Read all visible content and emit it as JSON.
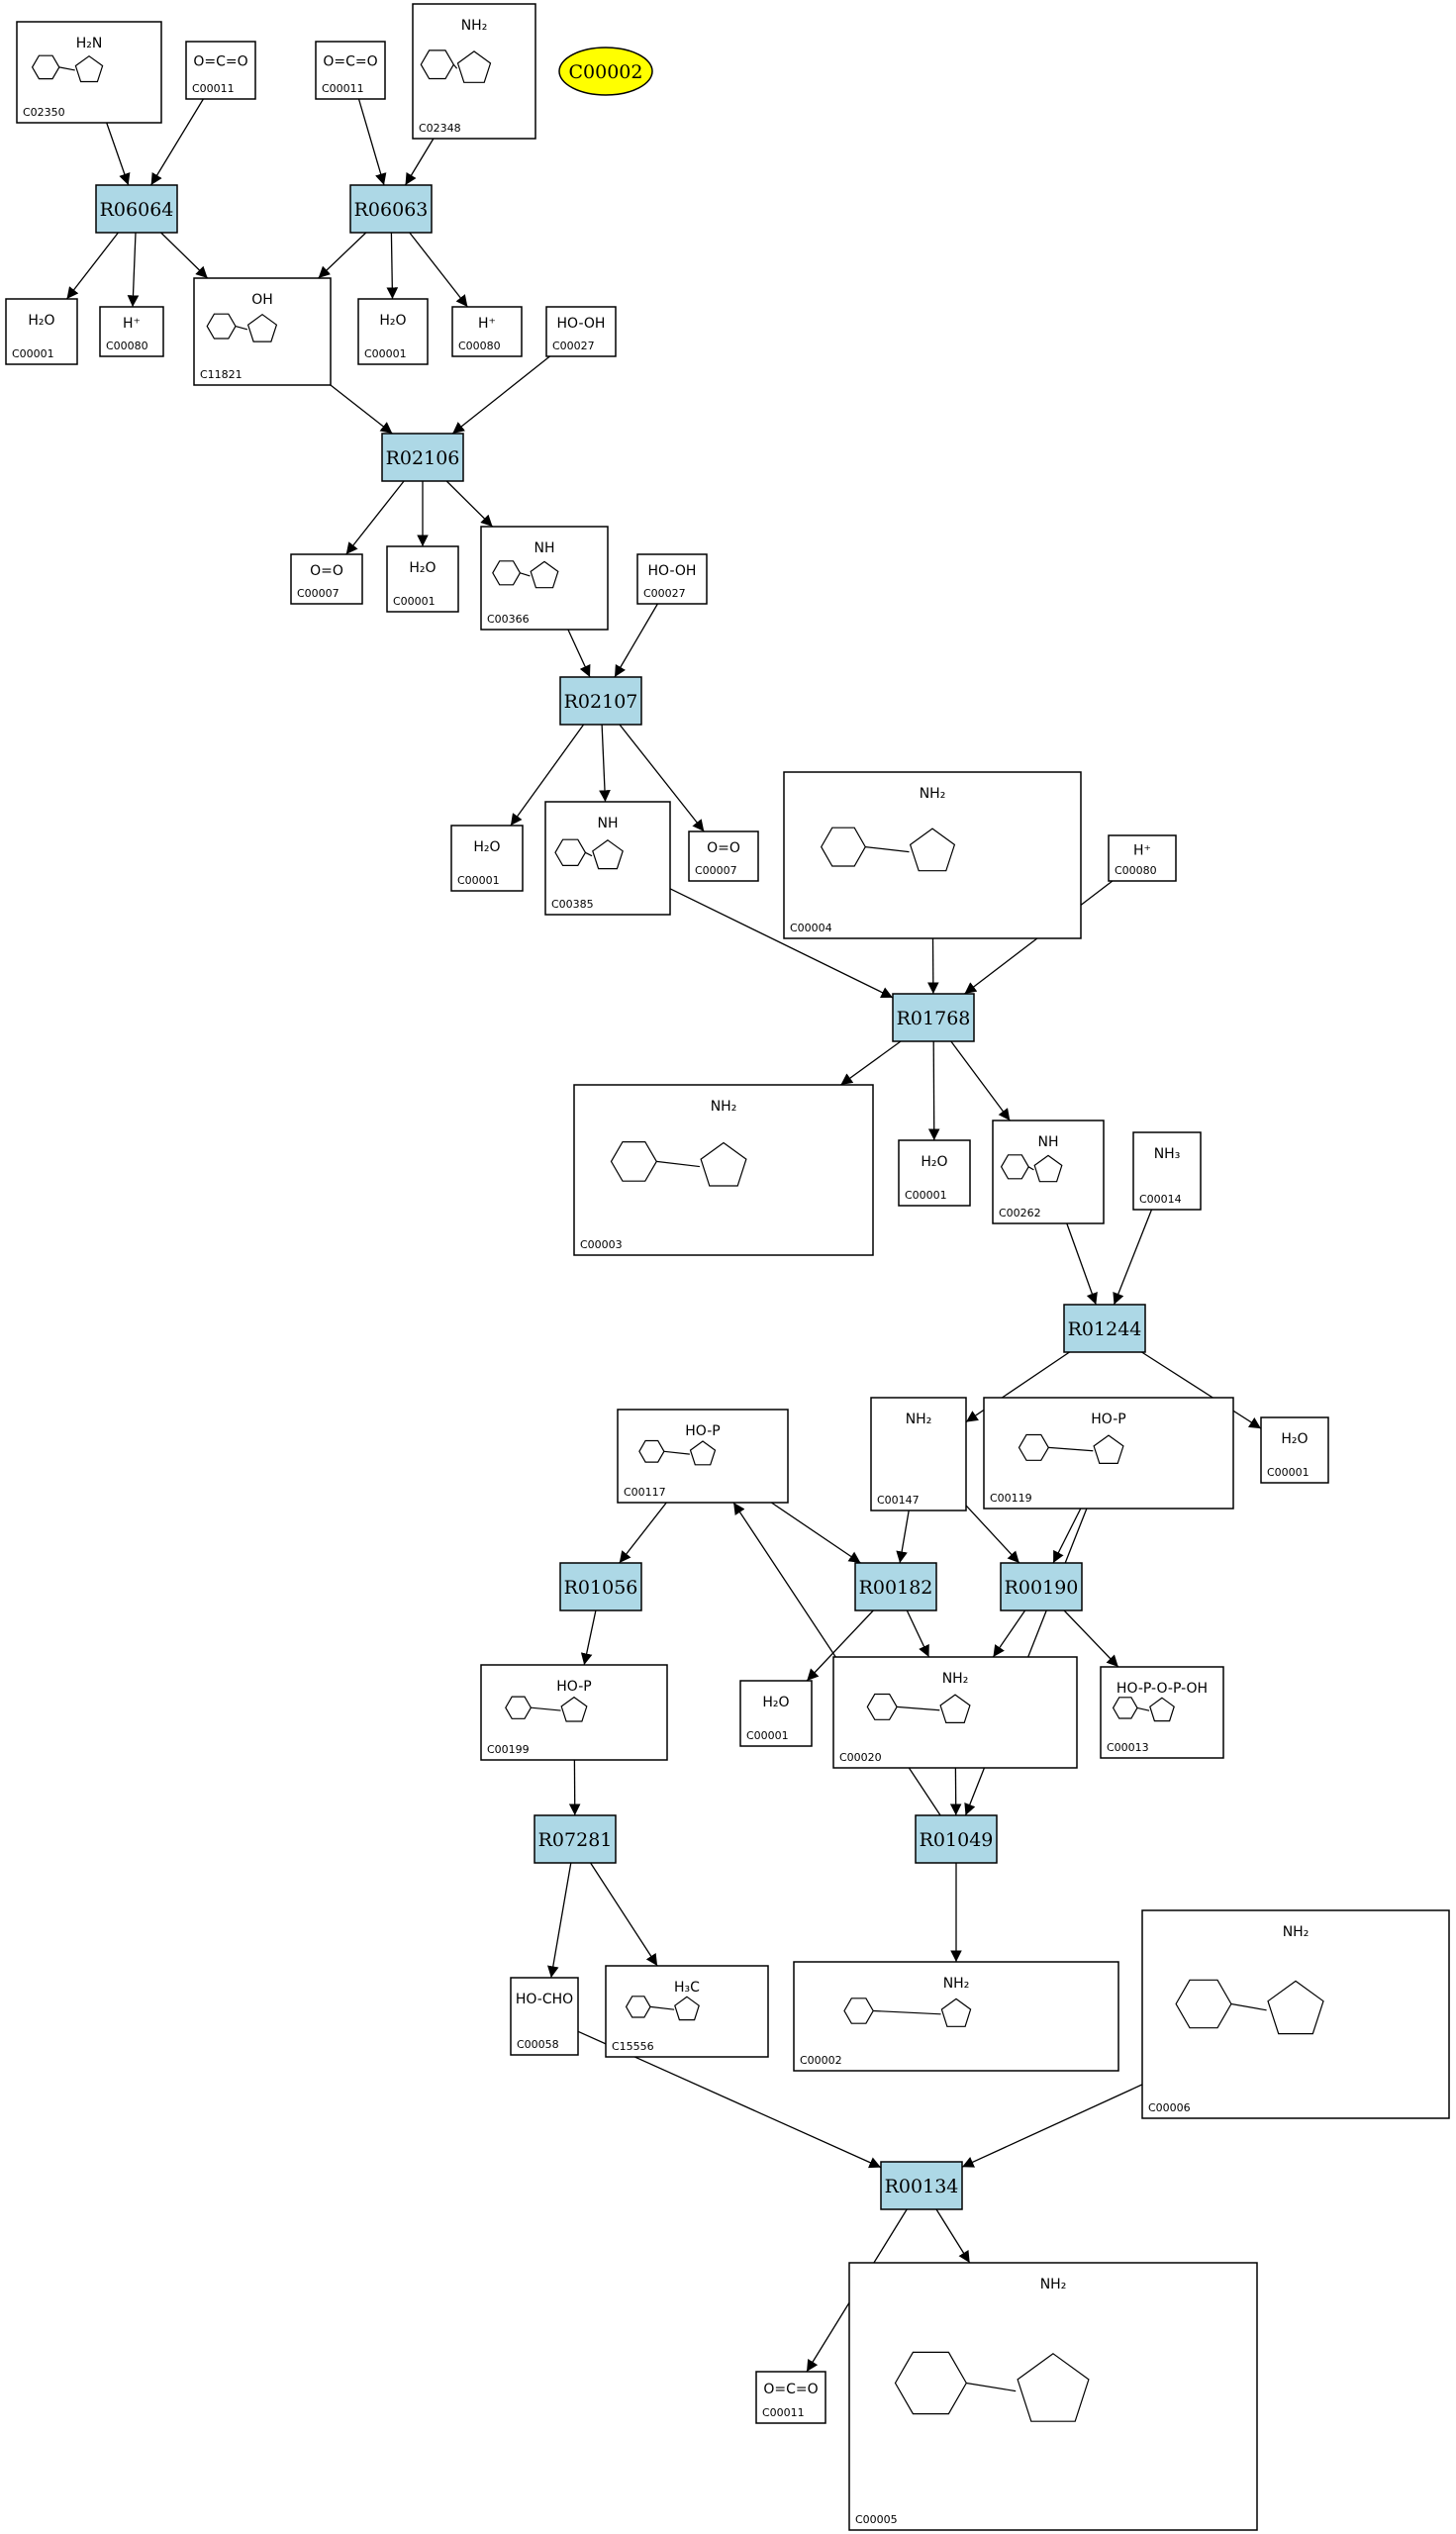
{
  "target": {
    "id": "C00002",
    "color": "#ffff00"
  },
  "colors": {
    "reaction_fill": "#add8e6",
    "compound_fill": "#ffffff",
    "stroke": "#000000"
  },
  "reactions": [
    {
      "id": "R06064"
    },
    {
      "id": "R06063"
    },
    {
      "id": "R02106"
    },
    {
      "id": "R02107"
    },
    {
      "id": "R01768"
    },
    {
      "id": "R01244"
    },
    {
      "id": "R01056"
    },
    {
      "id": "R00182"
    },
    {
      "id": "R00190"
    },
    {
      "id": "R07281"
    },
    {
      "id": "R01049"
    },
    {
      "id": "R00134"
    }
  ],
  "compounds": [
    {
      "id": "C02350",
      "formula": "H₂N"
    },
    {
      "id": "C00011",
      "formula": "O=C=O"
    },
    {
      "id": "C00011",
      "formula": "O=C=O"
    },
    {
      "id": "C02348",
      "formula": "NH₂"
    },
    {
      "id": "C00001",
      "formula": "H₂O"
    },
    {
      "id": "C00080",
      "formula": "H⁺"
    },
    {
      "id": "C11821",
      "formula": "OH"
    },
    {
      "id": "C00001",
      "formula": "H₂O"
    },
    {
      "id": "C00080",
      "formula": "H⁺"
    },
    {
      "id": "C00027",
      "formula": "HO-OH"
    },
    {
      "id": "C00007",
      "formula": "O=O"
    },
    {
      "id": "C00001",
      "formula": "H₂O"
    },
    {
      "id": "C00366",
      "formula": "NH"
    },
    {
      "id": "C00027",
      "formula": "HO-OH"
    },
    {
      "id": "C00001",
      "formula": "H₂O"
    },
    {
      "id": "C00385",
      "formula": "NH"
    },
    {
      "id": "C00007",
      "formula": "O=O"
    },
    {
      "id": "C00004",
      "formula": "NH₂"
    },
    {
      "id": "C00080",
      "formula": "H⁺"
    },
    {
      "id": "C00003",
      "formula": "NH₂"
    },
    {
      "id": "C00001",
      "formula": "H₂O"
    },
    {
      "id": "C00262",
      "formula": "NH"
    },
    {
      "id": "C00014",
      "formula": "NH₃"
    },
    {
      "id": "C00117",
      "formula": "HO-P"
    },
    {
      "id": "C00147",
      "formula": "NH₂"
    },
    {
      "id": "C00119",
      "formula": "HO-P"
    },
    {
      "id": "C00001",
      "formula": "H₂O"
    },
    {
      "id": "C00199",
      "formula": "HO-P"
    },
    {
      "id": "C00001",
      "formula": "H₂O"
    },
    {
      "id": "C00020",
      "formula": "NH₂"
    },
    {
      "id": "C00013",
      "formula": "HO-P-O-P-OH"
    },
    {
      "id": "C00058",
      "formula": "HO-CHO"
    },
    {
      "id": "C15556",
      "formula": "H₃C"
    },
    {
      "id": "C00002",
      "formula": "NH₂"
    },
    {
      "id": "C00006",
      "formula": "NH₂"
    },
    {
      "id": "C00011",
      "formula": "O=C=O"
    },
    {
      "id": "C00005",
      "formula": "NH₂"
    }
  ]
}
